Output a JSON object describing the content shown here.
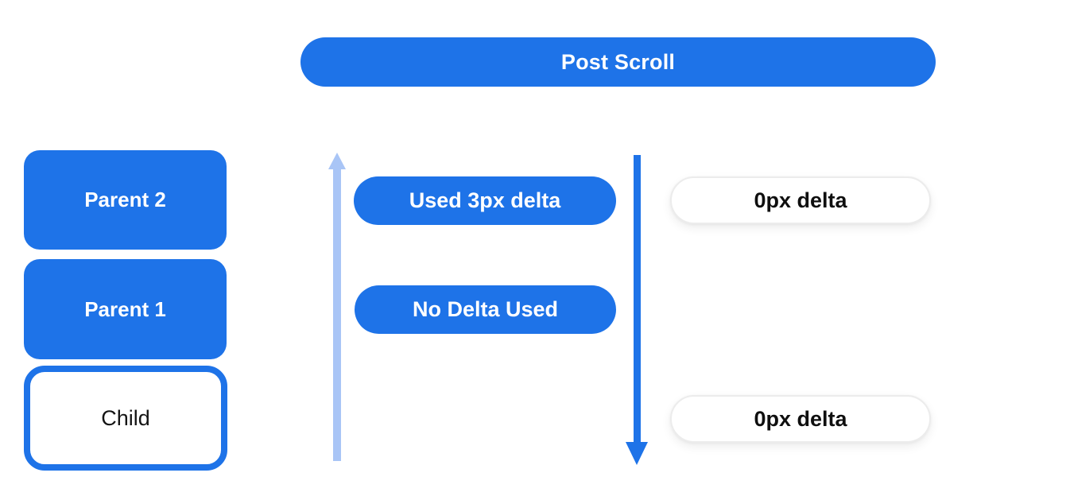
{
  "header": {
    "label": "Post Scroll"
  },
  "tree": {
    "nodes": [
      {
        "label": "Parent 2",
        "type": "parent"
      },
      {
        "label": "Parent 1",
        "type": "parent"
      },
      {
        "label": "Child",
        "type": "child"
      }
    ]
  },
  "delta_labels": {
    "used_column": [
      {
        "label": "Used 3px delta"
      },
      {
        "label": "No Delta Used"
      }
    ],
    "zero_column": [
      {
        "label": "0px delta"
      },
      {
        "label": "0px delta"
      }
    ]
  },
  "arrows": {
    "up": {
      "direction": "up",
      "color": "#a9c5f6"
    },
    "down": {
      "direction": "down",
      "color": "#1e73e8"
    }
  },
  "colors": {
    "primary_blue": "#1e73e8",
    "light_blue": "#a9c5f6",
    "pill_border": "#ececec",
    "text_dark": "#0f0f0f",
    "background": "#ffffff"
  }
}
